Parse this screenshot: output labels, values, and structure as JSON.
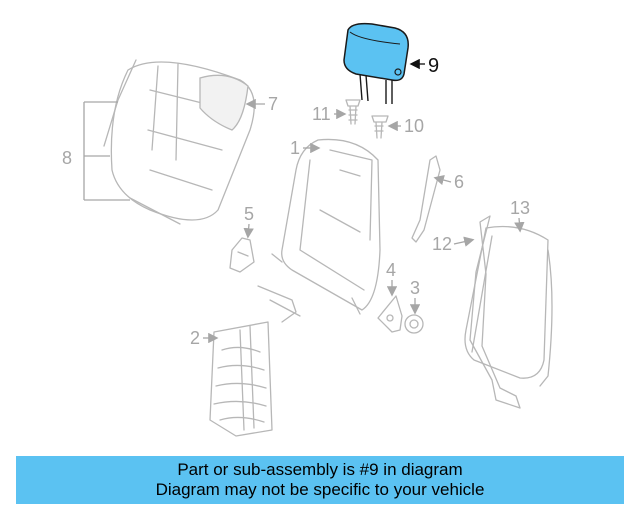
{
  "diagram": {
    "highlight_color": "#5bc2f2",
    "callouts": [
      "9",
      "7",
      "11",
      "10",
      "8",
      "1",
      "6",
      "5",
      "13",
      "12",
      "4",
      "3",
      "2"
    ],
    "highlighted_callout": "9"
  },
  "banner": {
    "line1": "Part or sub-assembly is #9 in diagram",
    "line2": "Diagram may not be specific to your vehicle",
    "background": "#5bc2f2"
  }
}
